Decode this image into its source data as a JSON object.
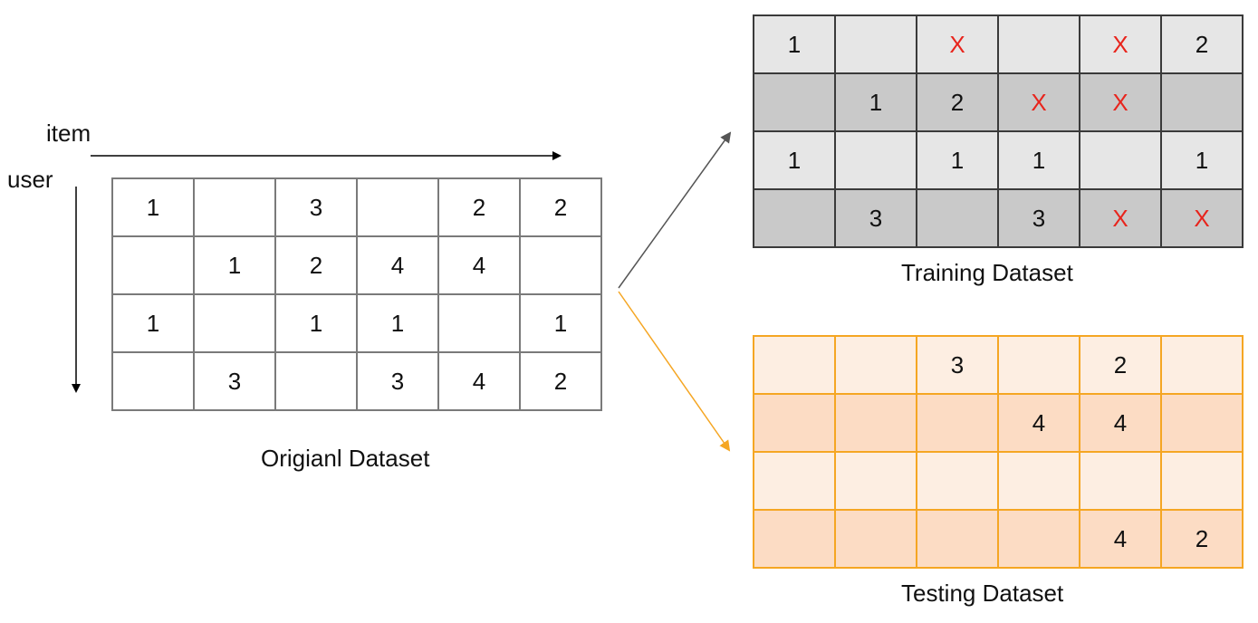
{
  "labels": {
    "item": "item",
    "user": "user",
    "original": "Origianl Dataset",
    "training": "Training Dataset",
    "testing": "Testing Dataset"
  },
  "colors": {
    "mark_x": "#e8241c",
    "train_light": "#e6e6e6",
    "train_dark": "#c9c9c9",
    "test_border": "#f5a623",
    "test_light": "#fdeee2",
    "test_dark": "#fcdcc4"
  },
  "original": {
    "rows": [
      [
        "1",
        "",
        "3",
        "",
        "2",
        "2"
      ],
      [
        "",
        "1",
        "2",
        "4",
        "4",
        ""
      ],
      [
        "1",
        "",
        "1",
        "1",
        "",
        "1"
      ],
      [
        "",
        "3",
        "",
        "3",
        "4",
        "2"
      ]
    ]
  },
  "training": {
    "rows": [
      [
        "1",
        "",
        "X",
        "",
        "X",
        "2"
      ],
      [
        "",
        "1",
        "2",
        "X",
        "X",
        ""
      ],
      [
        "1",
        "",
        "1",
        "1",
        "",
        "1"
      ],
      [
        "",
        "3",
        "",
        "3",
        "X",
        "X"
      ]
    ]
  },
  "testing": {
    "rows": [
      [
        "",
        "",
        "3",
        "",
        "2",
        ""
      ],
      [
        "",
        "",
        "",
        "4",
        "4",
        ""
      ],
      [
        "",
        "",
        "",
        "",
        "",
        ""
      ],
      [
        "",
        "",
        "",
        "",
        "4",
        "2"
      ]
    ]
  }
}
